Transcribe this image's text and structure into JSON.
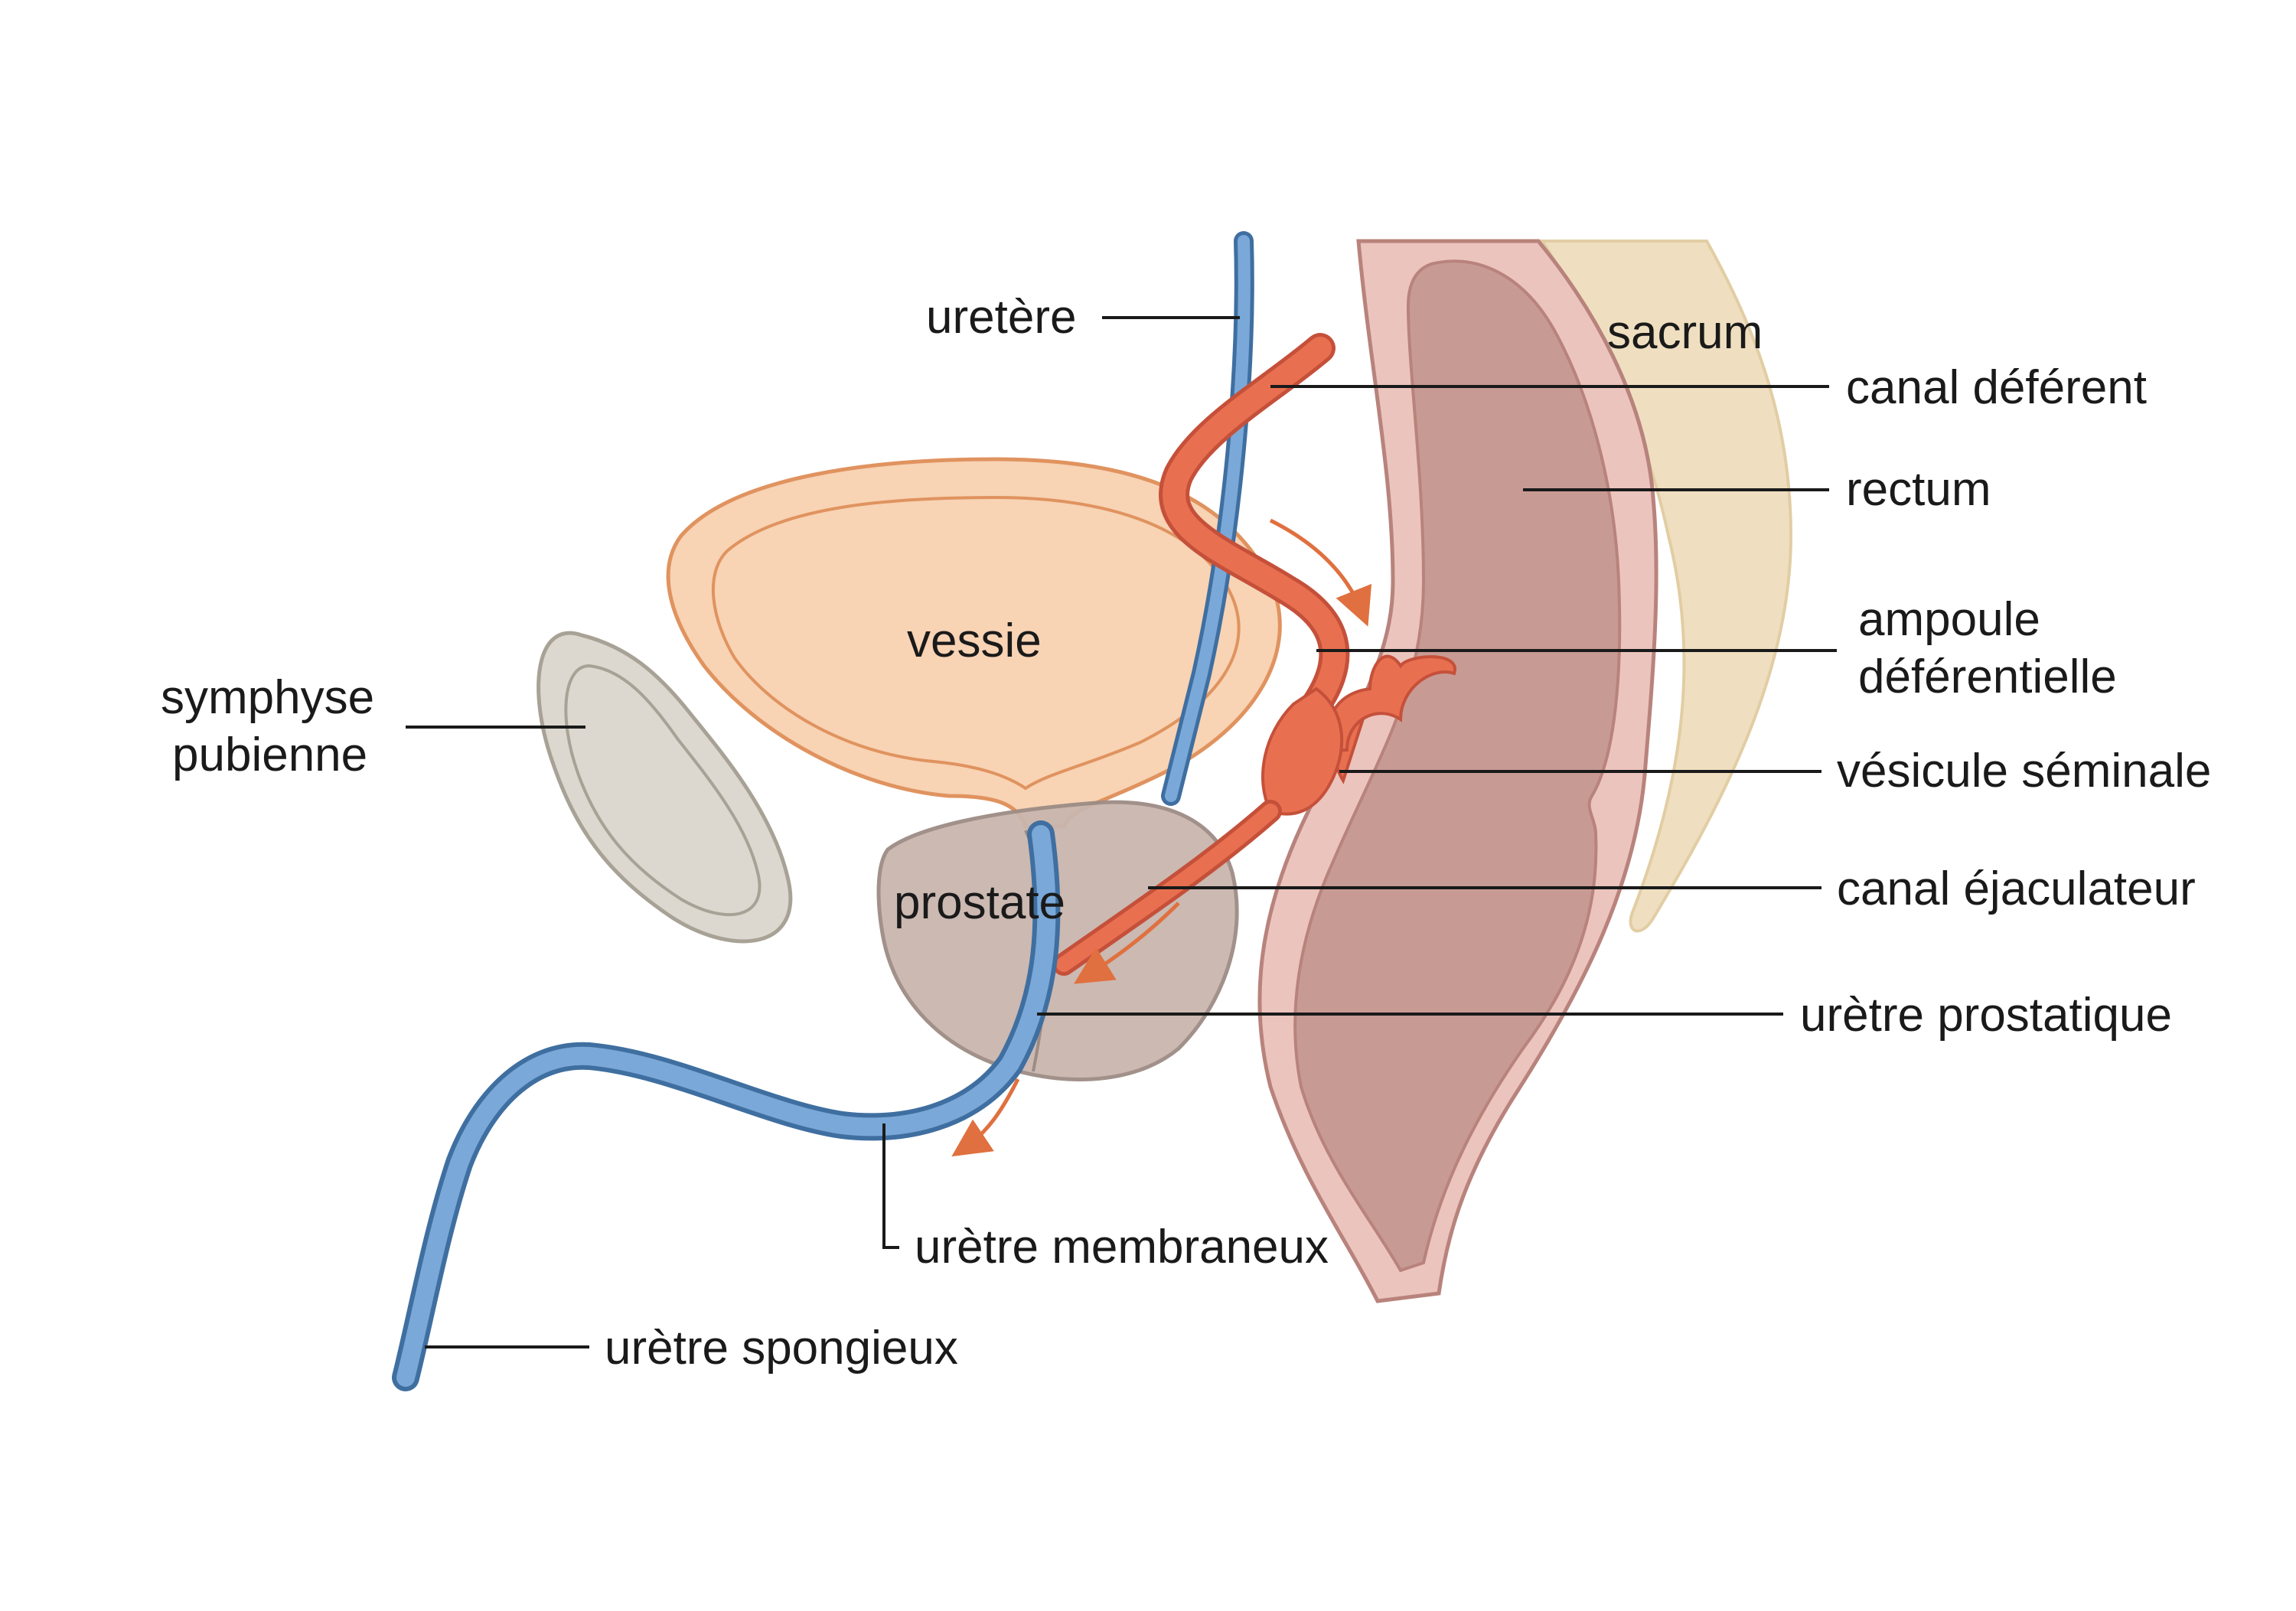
{
  "diagram": {
    "labels": {
      "uretere": "uretère",
      "sacrum": "sacrum",
      "canal_deferent": "canal déférent",
      "rectum": "rectum",
      "vessie": "vessie",
      "ampoule_line1": "ampoule",
      "ampoule_line2": "déférentielle",
      "symphyse_line1": "symphyse",
      "symphyse_line2": "pubienne",
      "vesicule_seminale": "vésicule séminale",
      "prostate": "prostate",
      "canal_ejaculateur": "canal éjaculateur",
      "uretre_prostatique": "urètre prostatique",
      "uretre_membraneux": "urètre membraneux",
      "uretre_spongieux": "urètre spongieux"
    },
    "colors": {
      "bladder_fill": "#f8d3b4",
      "bladder_stroke": "#e0935f",
      "prostate_fill": "#c9b6ae",
      "prostate_stroke": "#9c8c84",
      "pubis_fill": "#dcd8cf",
      "pubis_stroke": "#a8a296",
      "rectum_fill": "#c89a94",
      "rectum_wall": "#ebc4bd",
      "rectum_stroke": "#b8837c",
      "sacrum_fill": "#efdfc0",
      "urethra_blue": "#7aa8d8",
      "urethra_stroke": "#3f6fa0",
      "duct_orange": "#e87050",
      "duct_stroke": "#c5503a",
      "arrow_orange": "#e0703f"
    }
  }
}
